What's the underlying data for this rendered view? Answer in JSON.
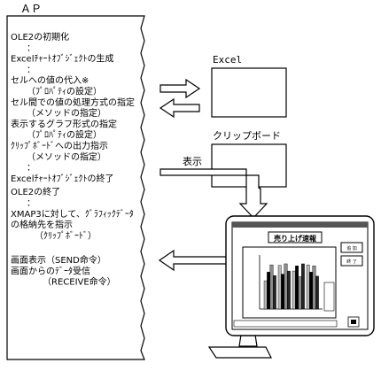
{
  "ap_label": "ＡＰ",
  "ap_lines": [
    {
      "text": "OLE2の初期化",
      "indent": 0
    },
    {
      "text": "：",
      "indent": 2
    },
    {
      "text": "Excelﾁｬｰﾄｵﾌﾞｼﾞｪｸﾄの生成",
      "indent": 0
    },
    {
      "text": "：",
      "indent": 2
    },
    {
      "text": "セルへの値の代入※",
      "indent": 0
    },
    {
      "text": "（ﾌﾟﾛﾊﾟﾃｨの設定）",
      "indent": 2
    },
    {
      "text": "セル間での値の処理方式の指定",
      "indent": 0
    },
    {
      "text": "（メソッドの指定）",
      "indent": 2
    },
    {
      "text": "表示するグラフ形式の指定",
      "indent": 0
    },
    {
      "text": "（ﾌﾟﾛﾊﾟﾃｨの設定）",
      "indent": 2
    },
    {
      "text": "ｸﾘｯﾌﾟﾎﾞｰﾄﾞへの出力指示",
      "indent": 0
    },
    {
      "text": "（メソッドの指定）",
      "indent": 2
    },
    {
      "text": "：",
      "indent": 2
    },
    {
      "text": "Excelﾁｬｰﾄｵﾌﾞｼﾞｪｸﾄの終了",
      "indent": 0
    },
    {
      "text": "OLE2の終了",
      "indent": 0
    },
    {
      "text": "：",
      "indent": 2
    },
    {
      "text": "XMAP3に対して、ｸﾞﾗﾌｨｯｸﾃﾞｰﾀ",
      "indent": 0
    },
    {
      "text": "の格納先を指示",
      "indent": 0
    },
    {
      "text": "（ｸﾘｯﾌﾟﾎﾞｰﾄﾞ）",
      "indent": 3
    },
    {
      "text": "",
      "indent": 0
    },
    {
      "text": "画面表示（SEND命令）",
      "indent": 0
    },
    {
      "text": "画面からのﾃﾞｰﾀ受信",
      "indent": 0
    },
    {
      "text": "（RECEIVE命令）",
      "indent": 4
    }
  ],
  "excel_label": "Excel",
  "clipboard_label": "クリップボード",
  "display_label": "表示",
  "monitor": {
    "window_title": "売り上げ速報",
    "side_buttons": [
      "追 加",
      "終 了"
    ],
    "legend_items": [
      "",
      "",
      "",
      "",
      "",
      ""
    ],
    "bar_groups": [
      [
        0.55,
        0.72,
        0.86,
        0.65
      ],
      [
        0.85,
        0.68,
        0.88,
        0.74
      ],
      [
        0.74,
        0.84,
        0.63,
        0.88
      ],
      [
        0.86,
        0.72,
        0.84,
        0.64
      ]
    ],
    "series_colors": [
      "#b7b7b7",
      "#000000",
      "#8c8c8c",
      "#262626"
    ]
  }
}
